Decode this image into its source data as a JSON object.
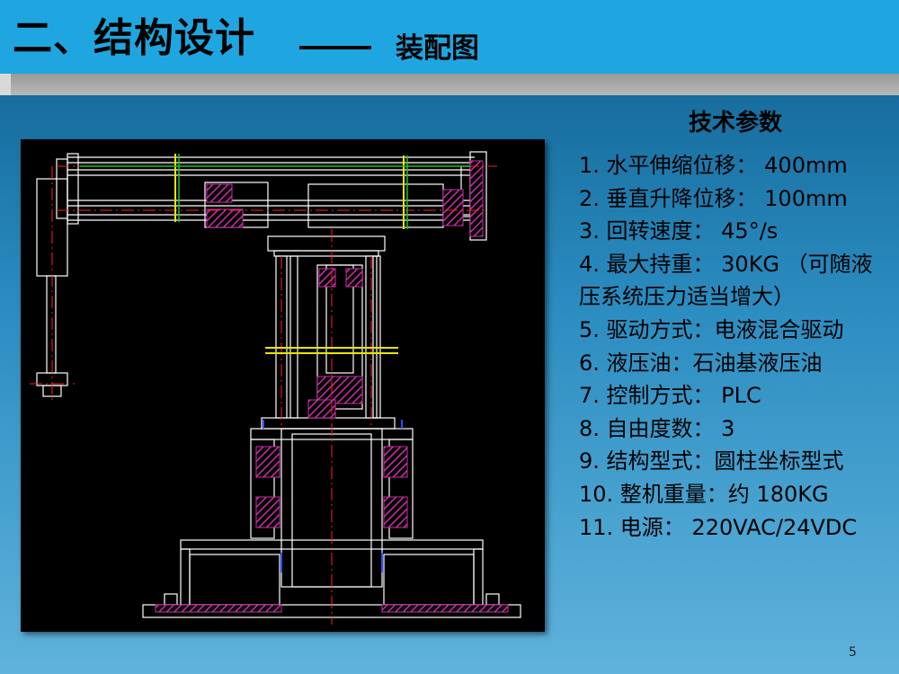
{
  "header": {
    "title": "二、结构设计",
    "subtitle": "装配图"
  },
  "drawing": {
    "label": "assembly drawing of cylindrical-coordinate manipulator"
  },
  "params": {
    "heading": "技术参数",
    "items": [
      "1. 水平伸缩位移： 400mm",
      "2. 垂直升降位移： 100mm",
      "3. 回转速度： 45°/s",
      "4. 最大持重： 30KG （可随液压系统压力适当增大）",
      "5. 驱动方式：电液混合驱动",
      "6. 液压油：石油基液压油",
      "7. 控制方式： PLC",
      "8. 自由度数： 3",
      "9. 结构型式：圆柱坐标型式",
      "10. 整机重量：约 180KG",
      "11. 电源： 220VAC/24VDC"
    ]
  },
  "page_number": "5",
  "colors": {
    "header_bar": "#1fa6e0",
    "drawing_bg": "#000000",
    "line_white": "#ffffff",
    "line_red": "#ff2020",
    "hatch_magenta": "#cc2fa8",
    "line_yellow": "#e6e600",
    "line_green": "#20c020",
    "line_blue": "#3050ff"
  }
}
